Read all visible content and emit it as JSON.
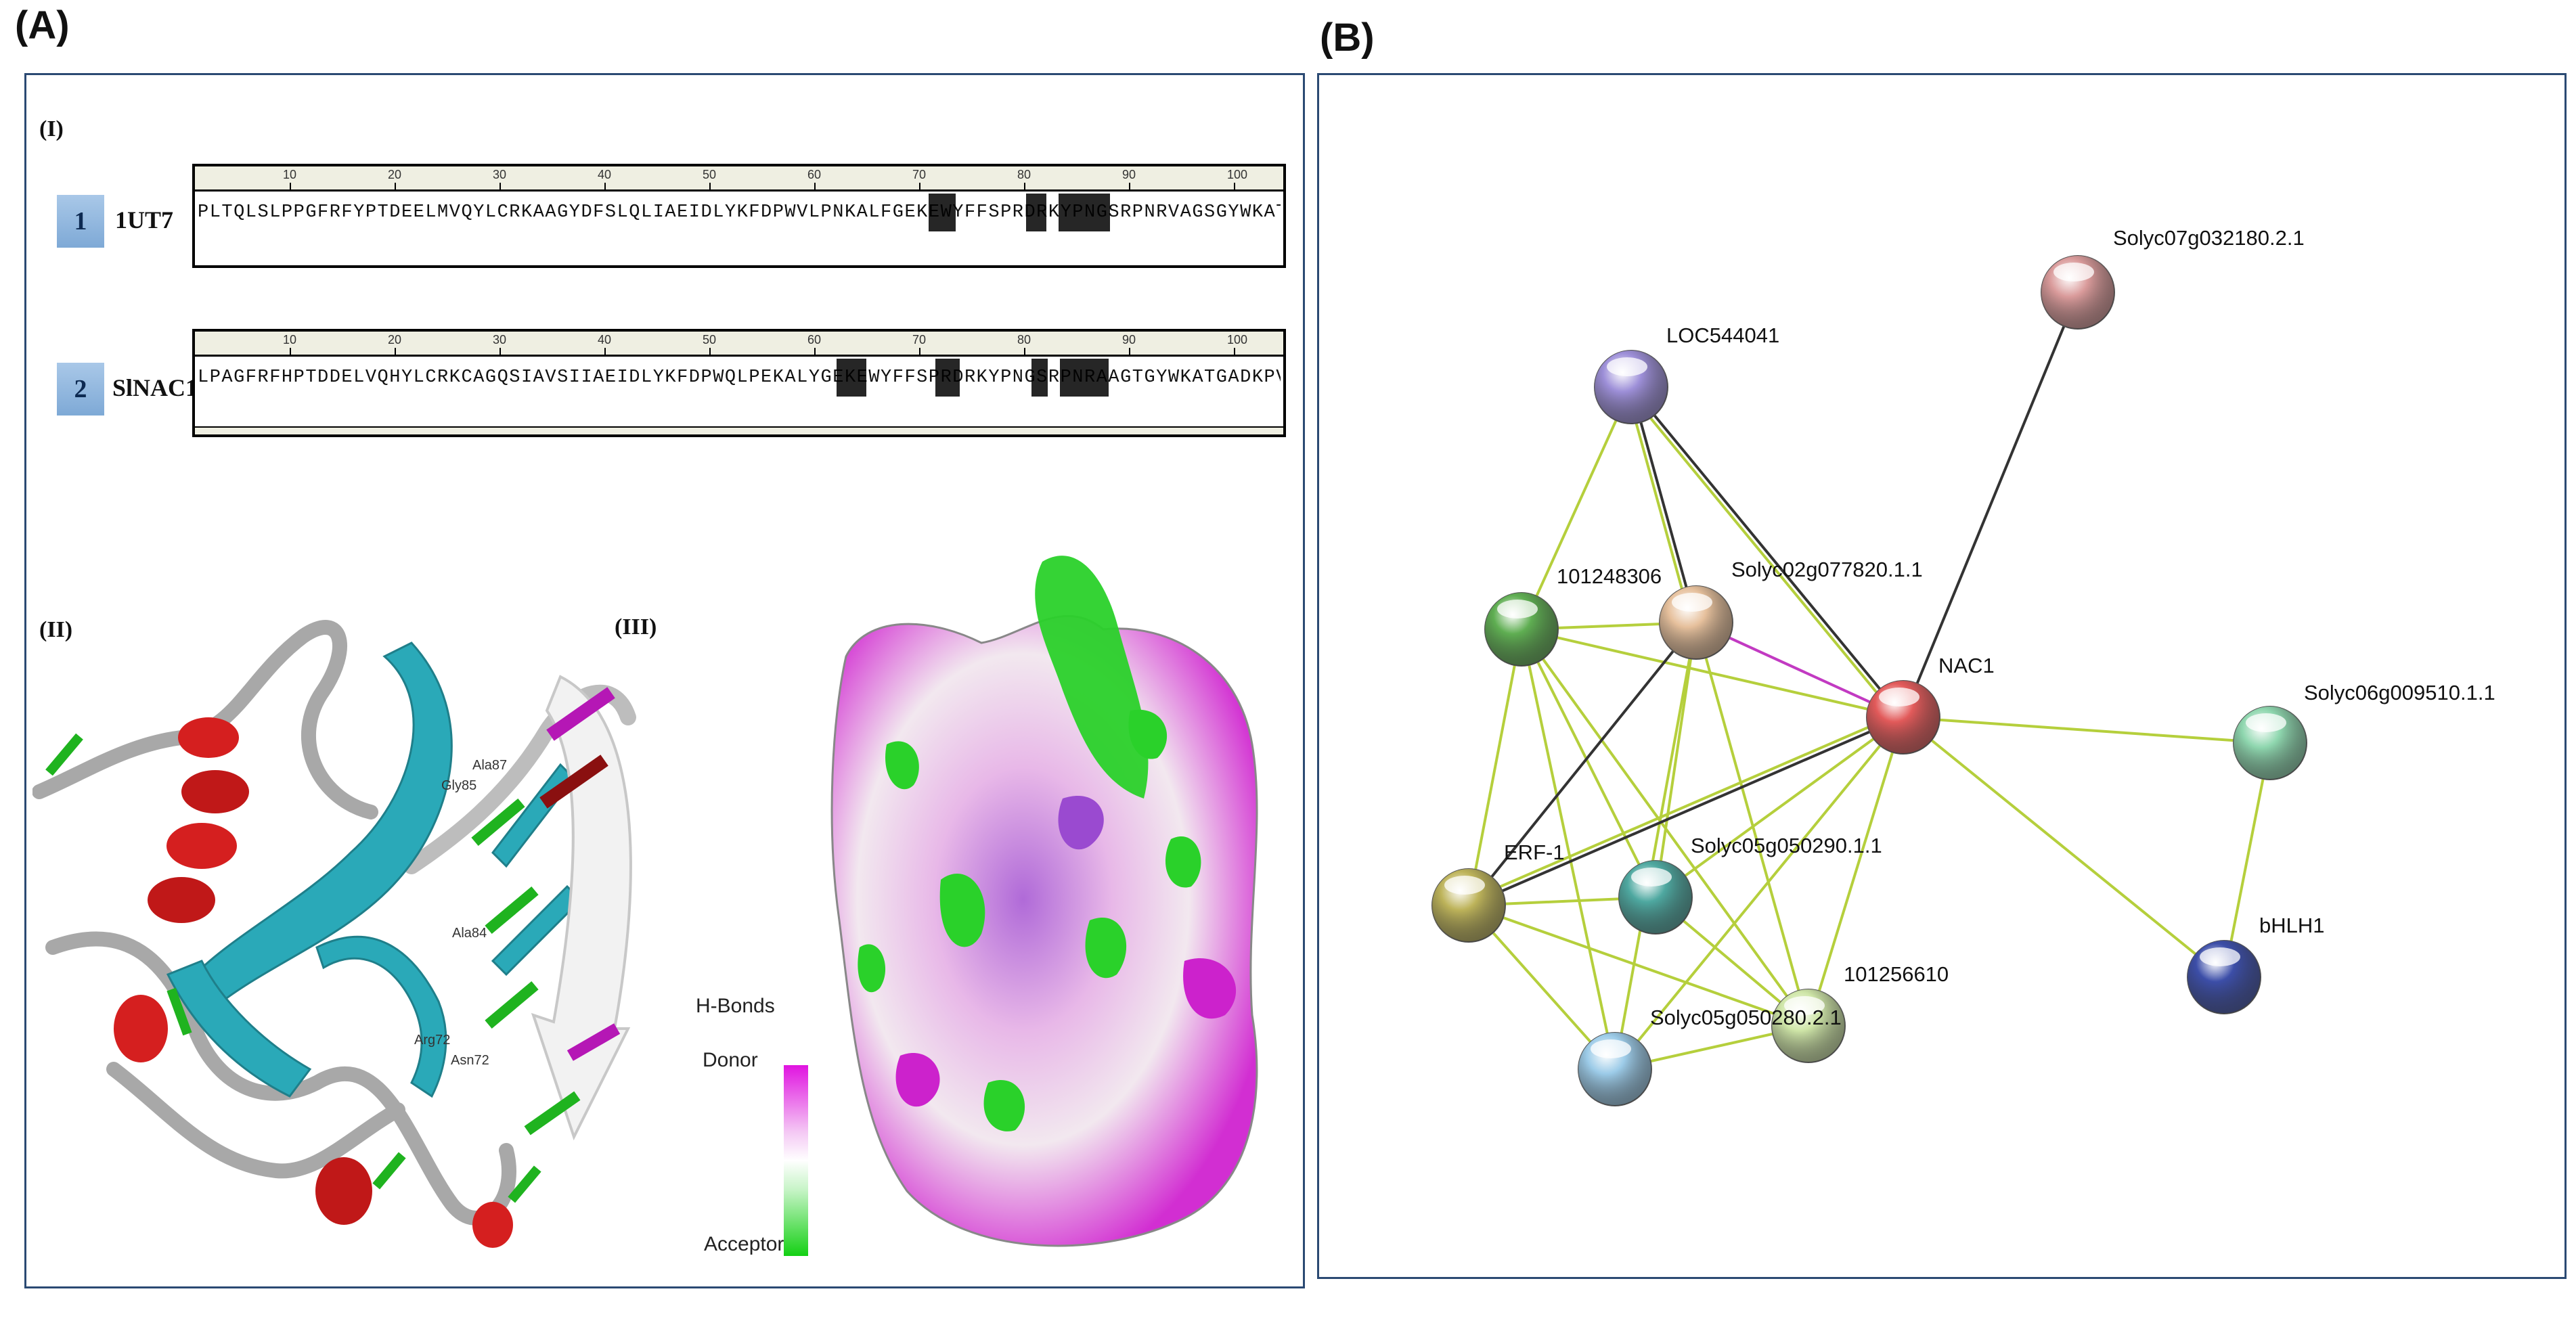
{
  "panels": {
    "a_label": "(A)",
    "b_label": "(B)",
    "sub_i": "(I)",
    "sub_ii": "(II)",
    "sub_iii": "(III)"
  },
  "alignment": {
    "ruler_ticks": [
      "10",
      "20",
      "30",
      "40",
      "50",
      "60",
      "70",
      "80",
      "90",
      "100"
    ],
    "rows": [
      {
        "index": "1",
        "name": "1UT7",
        "sequence": "PLTQLSLPPGFRFYPTDEELMVQYLCRKAAGYDFSLQLIAEIDLYKFDPWVLPNKALFGEKEWYFFSPRDRKYPNGSRPNRVAGSGYWKATGTDKIISTEGQRVGIKKALVF"
      },
      {
        "index": "2",
        "name": "SlNAC1",
        "sequence": "LPAGFRFHPTDDELVQHYLCRKCAGQSIAVSIIAEIDLYKFDPWQLPEKALYGEKEWYFFSPRDRKYPNGSRPNRAAGTGYWKATGADKPVGKPKTLGIKKALVFYA"
      }
    ]
  },
  "residue_labels": [
    "Ala87",
    "Gly85",
    "Ala84",
    "Arg72",
    "Asn72"
  ],
  "hbonds": {
    "title": "H-Bonds",
    "donor": "Donor",
    "acceptor": "Acceptor"
  },
  "network": {
    "nodes": [
      {
        "id": "Solyc07g032180.2.1",
        "label": "Solyc07g032180.2.1",
        "color": "#d99a9a"
      },
      {
        "id": "LOC544041",
        "label": "LOC544041",
        "color": "#9d8fd8"
      },
      {
        "id": "101248306",
        "label": "101248306",
        "color": "#5fae52"
      },
      {
        "id": "Solyc02g077820.1.1",
        "label": "Solyc02g077820.1.1",
        "color": "#e6c09c"
      },
      {
        "id": "NAC1",
        "label": "NAC1",
        "color": "#e25a5a"
      },
      {
        "id": "Solyc06g009510.1.1",
        "label": "Solyc06g009510.1.1",
        "color": "#8ed6ae"
      },
      {
        "id": "ERF-1",
        "label": "ERF-1",
        "color": "#bdb35a"
      },
      {
        "id": "Solyc05g050290.1.1",
        "label": "Solyc05g050290.1.1",
        "color": "#4ea8a0"
      },
      {
        "id": "101256610",
        "label": "101256610",
        "color": "#cfe6a8"
      },
      {
        "id": "Solyc05g050280.2.1",
        "label": "Solyc05g050280.2.1",
        "color": "#9ccbe8"
      },
      {
        "id": "bHLH1",
        "label": "bHLH1",
        "color": "#3c4ea8"
      }
    ],
    "edges": [
      {
        "from": "Solyc07g032180.2.1",
        "to": "NAC1",
        "color": "#333333"
      },
      {
        "from": "LOC544041",
        "to": "NAC1",
        "color": "#333333"
      },
      {
        "from": "LOC544041",
        "to": "NAC1",
        "color": "#b5cf3c"
      },
      {
        "from": "LOC544041",
        "to": "Solyc02g077820.1.1",
        "color": "#333333"
      },
      {
        "from": "LOC544041",
        "to": "Solyc02g077820.1.1",
        "color": "#b5cf3c"
      },
      {
        "from": "LOC544041",
        "to": "101248306",
        "color": "#b5cf3c"
      },
      {
        "from": "101248306",
        "to": "Solyc02g077820.1.1",
        "color": "#b5cf3c"
      },
      {
        "from": "101248306",
        "to": "NAC1",
        "color": "#b5cf3c"
      },
      {
        "from": "101248306",
        "to": "ERF-1",
        "color": "#b5cf3c"
      },
      {
        "from": "101248306",
        "to": "Solyc05g050290.1.1",
        "color": "#b5cf3c"
      },
      {
        "from": "101248306",
        "to": "101256610",
        "color": "#b5cf3c"
      },
      {
        "from": "101248306",
        "to": "Solyc05g050280.2.1",
        "color": "#b5cf3c"
      },
      {
        "from": "Solyc02g077820.1.1",
        "to": "NAC1",
        "color": "#c23ac2"
      },
      {
        "from": "Solyc02g077820.1.1",
        "to": "ERF-1",
        "color": "#333333"
      },
      {
        "from": "Solyc02g077820.1.1",
        "to": "Solyc05g050290.1.1",
        "color": "#b5cf3c"
      },
      {
        "from": "Solyc02g077820.1.1",
        "to": "101256610",
        "color": "#b5cf3c"
      },
      {
        "from": "Solyc02g077820.1.1",
        "to": "Solyc05g050280.2.1",
        "color": "#b5cf3c"
      },
      {
        "from": "NAC1",
        "to": "ERF-1",
        "color": "#333333"
      },
      {
        "from": "NAC1",
        "to": "ERF-1",
        "color": "#b5cf3c"
      },
      {
        "from": "NAC1",
        "to": "Solyc06g009510.1.1",
        "color": "#b5cf3c"
      },
      {
        "from": "NAC1",
        "to": "bHLH1",
        "color": "#b5cf3c"
      },
      {
        "from": "NAC1",
        "to": "Solyc05g050290.1.1",
        "color": "#b5cf3c"
      },
      {
        "from": "NAC1",
        "to": "101256610",
        "color": "#b5cf3c"
      },
      {
        "from": "NAC1",
        "to": "Solyc05g050280.2.1",
        "color": "#b5cf3c"
      },
      {
        "from": "ERF-1",
        "to": "Solyc05g050290.1.1",
        "color": "#b5cf3c"
      },
      {
        "from": "ERF-1",
        "to": "101256610",
        "color": "#b5cf3c"
      },
      {
        "from": "ERF-1",
        "to": "Solyc05g050280.2.1",
        "color": "#b5cf3c"
      },
      {
        "from": "Solyc05g050290.1.1",
        "to": "101256610",
        "color": "#b5cf3c"
      },
      {
        "from": "Solyc05g050280.2.1",
        "to": "101256610",
        "color": "#b5cf3c"
      },
      {
        "from": "Solyc06g009510.1.1",
        "to": "bHLH1",
        "color": "#b5cf3c"
      }
    ]
  }
}
